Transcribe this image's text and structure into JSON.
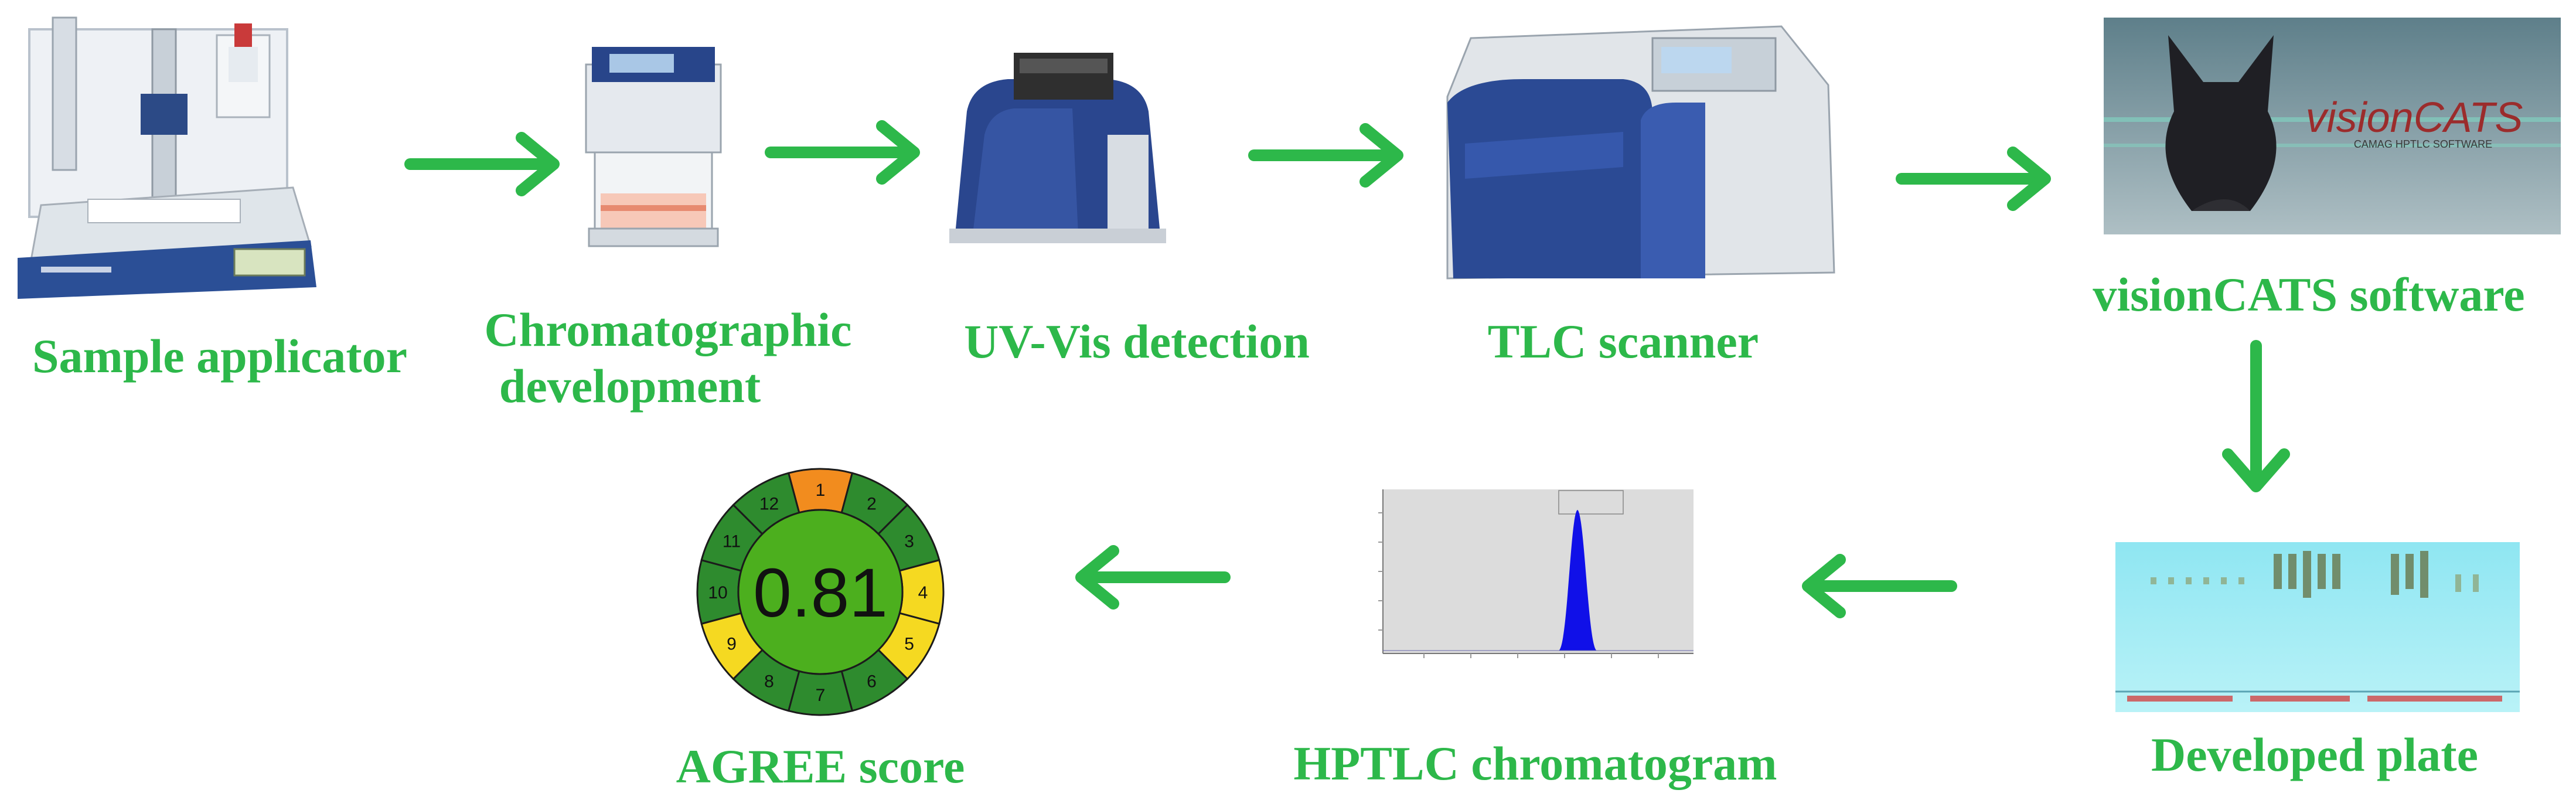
{
  "steps": {
    "sample_applicator": "Sample applicator",
    "chromatographic_development": [
      "Chromatographic",
      "development"
    ],
    "uv_vis_detection": "UV-Vis detection",
    "tlc_scanner": "TLC scanner",
    "visioncats_software": "visionCATS software",
    "developed_plate": "Developed plate",
    "hptlc_chromatogram": "HPTLC chromatogram",
    "agree_score": "AGREE score"
  },
  "agree": {
    "score": "0.81",
    "segments": [
      {
        "n": "1",
        "color": "#f28c1e"
      },
      {
        "n": "2",
        "color": "#2e8b2e"
      },
      {
        "n": "3",
        "color": "#2e8b2e"
      },
      {
        "n": "4",
        "color": "#f5d921"
      },
      {
        "n": "5",
        "color": "#f5d921"
      },
      {
        "n": "6",
        "color": "#2e8b2e"
      },
      {
        "n": "7",
        "color": "#2e8b2e"
      },
      {
        "n": "8",
        "color": "#2e8b2e"
      },
      {
        "n": "9",
        "color": "#f5d921"
      },
      {
        "n": "10",
        "color": "#2e8b2e"
      },
      {
        "n": "11",
        "color": "#2e8b2e"
      },
      {
        "n": "12",
        "color": "#2e8b2e"
      }
    ],
    "center_color": "#4caf1e"
  },
  "software_logo": {
    "brand": "visionCATS",
    "tagline": "CAMAG HPTLC SOFTWARE"
  },
  "colors": {
    "label": "#2db84a",
    "arrow": "#2db84a"
  },
  "icons": [
    "right-arrow-icon",
    "down-arrow-icon",
    "left-arrow-icon"
  ]
}
